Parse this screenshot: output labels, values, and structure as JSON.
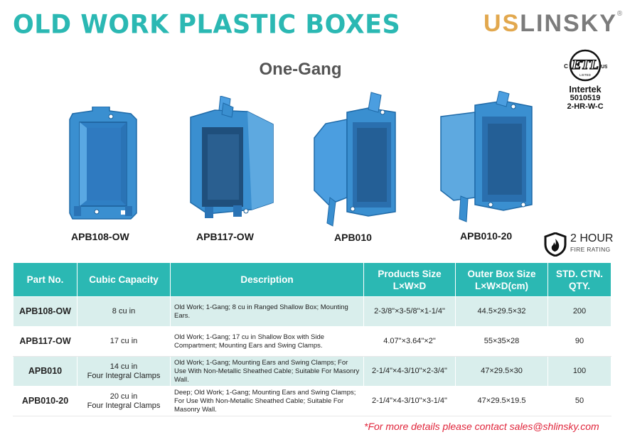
{
  "header": {
    "title": "OLD WORK PLASTIC BOXES",
    "brand_prefix": "US",
    "brand_rest": "LINSKY",
    "brand_mark": "®"
  },
  "subtitle": "One-Gang",
  "certification": {
    "logo": "etl-listed-logo",
    "logo_c": "C",
    "logo_us": "US",
    "logo_text": "ETL",
    "logo_listed": "LISTED",
    "agency": "Intertek",
    "number": "5010519",
    "code": "2-HR-W-C"
  },
  "products": [
    {
      "label": "APB108-OW",
      "icon": "shallow-box-image"
    },
    {
      "label": "APB117-OW",
      "icon": "side-compartment-box-image"
    },
    {
      "label": "APB010",
      "icon": "swing-clamp-box-image"
    },
    {
      "label": "APB010-20",
      "icon": "deep-box-image"
    }
  ],
  "fire_rating": {
    "icon": "flame-shield-icon",
    "hours": "2 HOUR",
    "label": "FIRE RATING"
  },
  "table": {
    "headers": {
      "part": "Part No.",
      "capacity": "Cubic Capacity",
      "description": "Description",
      "product_size_1": "Products Size",
      "product_size_2": "L×W×D",
      "outer_size_1": "Outer Box Size",
      "outer_size_2": "L×W×D(cm)",
      "qty_1": "STD. CTN.",
      "qty_2": "QTY."
    },
    "rows": [
      {
        "part": "APB108-OW",
        "capacity_1": "8 cu in",
        "capacity_2": "",
        "description": "Old Work; 1-Gang; 8 cu in Ranged Shallow Box; Mounting Ears.",
        "product_size": "2-3/8\"×3-5/8\"×1-1/4\"",
        "outer_size": "44.5×29.5×32",
        "qty": "200"
      },
      {
        "part": "APB117-OW",
        "capacity_1": "17 cu in",
        "capacity_2": "",
        "description": "Old Work; 1-Gang; 17 cu in Shallow Box with Side Compartment; Mounting Ears and Swing Clamps.",
        "product_size": "4.07\"×3.64\"×2\"",
        "outer_size": "55×35×28",
        "qty": "90"
      },
      {
        "part": "APB010",
        "capacity_1": "14 cu in",
        "capacity_2": "Four Integral Clamps",
        "description": "Old Work; 1-Gang; Mounting Ears and Swing Clamps; For Use With Non-Metallic Sheathed Cable; Suitable For Masonry Wall.",
        "product_size": "2-1/4\"×4-3/10\"×2-3/4\"",
        "outer_size": "47×29.5×30",
        "qty": "100"
      },
      {
        "part": "APB010-20",
        "capacity_1": "20 cu in",
        "capacity_2": "Four Integral Clamps",
        "description": "Deep; Old Work; 1-Gang; Mounting Ears and Swing Clamps; For Use With Non-Metallic Sheathed Cable; Suitable For Masonry Wall.",
        "product_size": "2-1/4\"×4-3/10\"×3-1/4\"",
        "outer_size": "47×29.5×19.5",
        "qty": "50"
      }
    ]
  },
  "note": "*For more details please contact sales@shlinsky.com",
  "colors": {
    "accent": "#2bb8b3",
    "brand_orange": "#e2a84e",
    "brand_gray": "#7c7c7c",
    "row_shade": "#d9eeec",
    "product_blue": "#3a8fd0",
    "note_red": "#e0243a"
  }
}
